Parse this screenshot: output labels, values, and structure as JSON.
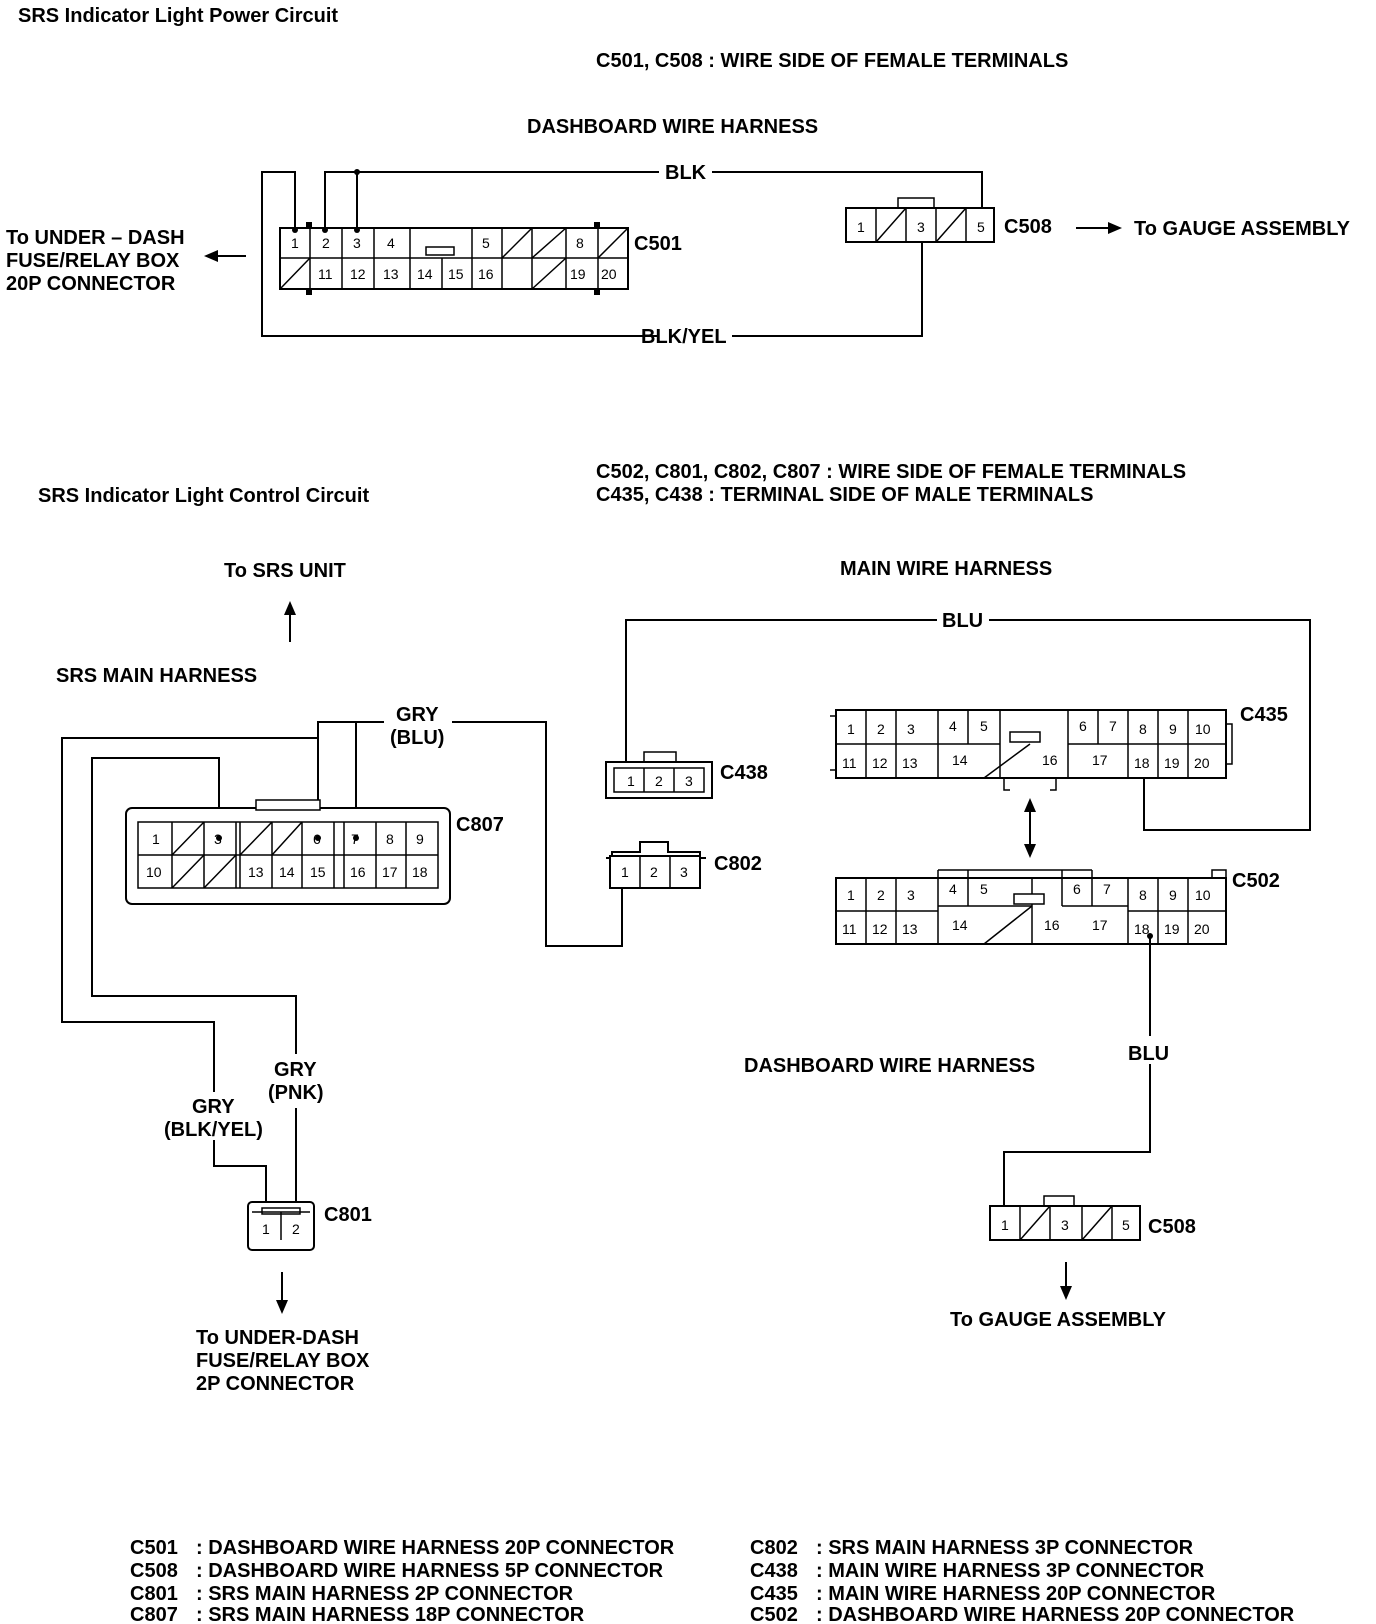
{
  "power_circuit": {
    "title": "SRS Indicator Light Power Circuit",
    "view_note": "C501, C508 : WIRE SIDE OF FEMALE TERMINALS",
    "harness": "DASHBOARD WIRE HARNESS",
    "wire_top": "BLK",
    "wire_bottom": "BLK/YEL",
    "fuse_box_lines": [
      "To UNDER – DASH",
      "FUSE/RELAY BOX",
      "20P CONNECTOR"
    ],
    "c501_id": "C501",
    "c508_id": "C508",
    "to_gauge": "To GAUGE ASSEMBLY"
  },
  "control_circuit": {
    "title": "SRS Indicator Light Control Circuit",
    "view_note_1": "C502, C801, C802, C807 : WIRE SIDE OF FEMALE TERMINALS",
    "view_note_2": "C435, C438 : TERMINAL SIDE OF MALE TERMINALS",
    "to_srs_unit": "To SRS UNIT",
    "srs_main_harness": "SRS MAIN HARNESS",
    "main_wire_harness": "MAIN WIRE HARNESS",
    "dashboard_wire_harness": "DASHBOARD WIRE HARNESS",
    "wire_blu_top": "BLU",
    "wire_blu_mid": "BLU",
    "wire_gry_blu": [
      "GRY",
      "(BLU)"
    ],
    "wire_gry_pnk": [
      "GRY",
      "(PNK)"
    ],
    "wire_gry_blkyel": [
      "GRY",
      "(BLK/YEL)"
    ],
    "c807_id": "C807",
    "c802_id": "C802",
    "c438_id": "C438",
    "c435_id": "C435",
    "c502_id": "C502",
    "c801_id": "C801",
    "c508_id": "C508",
    "to_fuse_box_lines": [
      "To UNDER-DASH",
      "FUSE/RELAY BOX",
      "2P CONNECTOR"
    ],
    "to_gauge": "To GAUGE ASSEMBLY"
  },
  "pins": {
    "c501_top": [
      "1",
      "2",
      "3",
      "4",
      "5",
      "8"
    ],
    "c501_bottom": [
      "11",
      "12",
      "13",
      "14",
      "15",
      "16",
      "19",
      "20"
    ],
    "c508": [
      "1",
      "3",
      "5"
    ],
    "c807_top": [
      "1",
      "3",
      "6",
      "7",
      "8",
      "9"
    ],
    "c807_bottom": [
      "10",
      "13",
      "14",
      "15",
      "16",
      "17",
      "18"
    ],
    "c438": [
      "1",
      "2",
      "3"
    ],
    "c802": [
      "1",
      "2",
      "3"
    ],
    "c801": [
      "1",
      "2"
    ],
    "c435_top": [
      "1",
      "2",
      "3",
      "4",
      "5",
      "6",
      "7",
      "8",
      "9",
      "10"
    ],
    "c435_bottom": [
      "11",
      "12",
      "13",
      "14",
      "16",
      "17",
      "18",
      "19",
      "20"
    ],
    "c502_top": [
      "1",
      "2",
      "3",
      "4",
      "5",
      "6",
      "7",
      "8",
      "9",
      "10"
    ],
    "c502_bottom": [
      "11",
      "12",
      "13",
      "14",
      "16",
      "17",
      "18",
      "19",
      "20"
    ],
    "c508b": [
      "1",
      "3",
      "5"
    ]
  },
  "legend": {
    "left": [
      {
        "code": "C501",
        "desc": ": DASHBOARD WIRE HARNESS 20P CONNECTOR"
      },
      {
        "code": "C508",
        "desc": ": DASHBOARD WIRE HARNESS 5P CONNECTOR"
      },
      {
        "code": "C801",
        "desc": ": SRS MAIN HARNESS 2P CONNECTOR"
      },
      {
        "code": "C807",
        "desc": ": SRS MAIN HARNESS 18P CONNECTOR"
      }
    ],
    "right": [
      {
        "code": "C802",
        "desc": ": SRS MAIN HARNESS 3P CONNECTOR"
      },
      {
        "code": "C438",
        "desc": ": MAIN WIRE HARNESS 3P CONNECTOR"
      },
      {
        "code": "C435",
        "desc": ": MAIN WIRE HARNESS 20P CONNECTOR"
      },
      {
        "code": "C502",
        "desc": ": DASHBOARD WIRE HARNESS 20P CONNECTOR"
      }
    ]
  }
}
